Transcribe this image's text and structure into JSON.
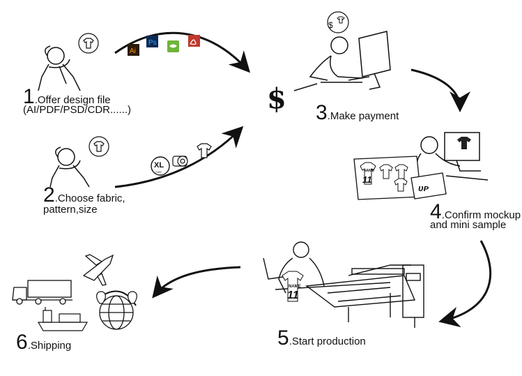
{
  "steps": [
    {
      "num": "1",
      "label": ".Offer design file",
      "sub": "(AI/PDF/PSD/CDR......)"
    },
    {
      "num": "2",
      "label": ".Choose fabric,",
      "sub": "pattern,size"
    },
    {
      "num": "3",
      "label": ".Make payment"
    },
    {
      "num": "4",
      "label": ".Confirm mockup",
      "sub": "and mini sample"
    },
    {
      "num": "5",
      "label": ".Start production"
    },
    {
      "num": "6",
      "label": ".Shipping"
    }
  ],
  "icons": {
    "ai": "Ai",
    "ps": "Ps",
    "dollar": "$",
    "small_dollar": "$",
    "size": "XL",
    "size_sub": "SIZE",
    "shirt_name": "NAME",
    "shirt_number": "11",
    "logo": "ᴜᴘ"
  },
  "colors": {
    "ai": "#2b1a09",
    "ai_text": "#ff9a00",
    "ps": "#0a2a55",
    "ps_text": "#31a8ff",
    "green": "#6fb43a",
    "pdf": "#c0392b"
  }
}
